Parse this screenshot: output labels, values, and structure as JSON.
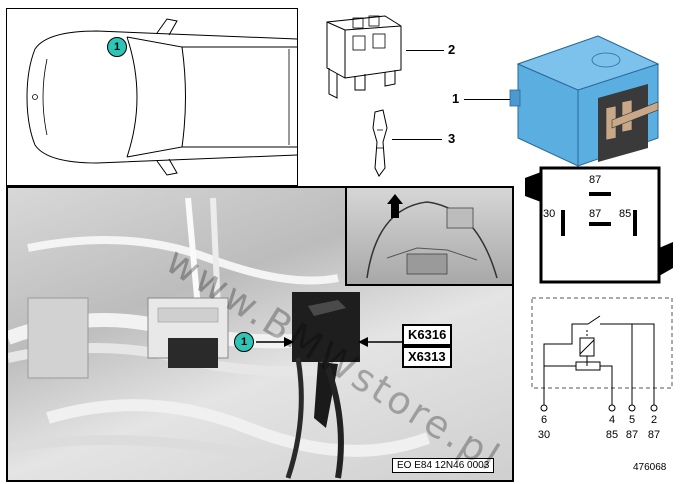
{
  "callouts": {
    "car_marker": "1",
    "photo_marker": "1"
  },
  "part_numbers": {
    "relay": "1",
    "connector_housing": "2",
    "terminal": "3"
  },
  "photo_labels": {
    "relay_code": "K6316",
    "connector_code": "X6313",
    "photo_reference": "EO E84 12N46 0003"
  },
  "pinout": {
    "top": "87",
    "left": "30",
    "center": "87",
    "right": "85"
  },
  "circuit": {
    "pins": [
      {
        "number": "6",
        "terminal": "30"
      },
      {
        "number": "4",
        "terminal": "85"
      },
      {
        "number": "5",
        "terminal": "87"
      },
      {
        "number": "2",
        "terminal": "87"
      }
    ]
  },
  "diagram_id": "476068",
  "watermark": "www.BMWstore.pl",
  "colors": {
    "relay_blue": "#5aaee0",
    "callout_teal": "#2ec4b6"
  }
}
